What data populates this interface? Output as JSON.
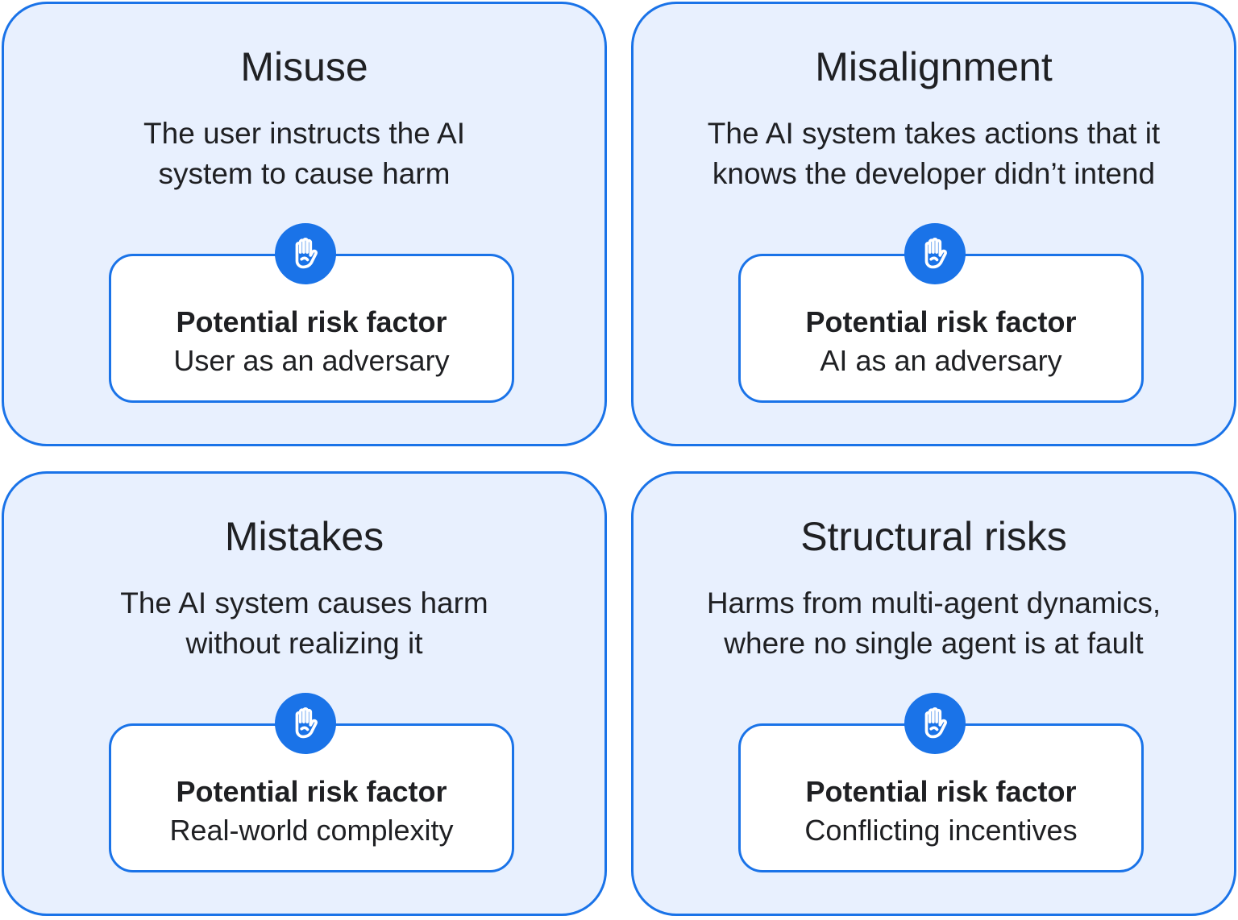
{
  "panels": [
    {
      "title": "Misuse",
      "description_line1": "The user instructs the AI",
      "description_line2": "system to cause harm",
      "risk_label": "Potential risk factor",
      "risk_value": "User as an adversary",
      "icon": "raised-hand-icon"
    },
    {
      "title": "Misalignment",
      "description_line1": "The AI system takes actions that it",
      "description_line2": "knows the developer didn’t intend",
      "risk_label": "Potential risk factor",
      "risk_value": "AI as an adversary",
      "icon": "raised-hand-icon"
    },
    {
      "title": "Mistakes",
      "description_line1": "The AI system causes harm",
      "description_line2": "without realizing it",
      "risk_label": "Potential risk factor",
      "risk_value": "Real-world complexity",
      "icon": "raised-hand-icon"
    },
    {
      "title": "Structural risks",
      "description_line1": "Harms from multi-agent dynamics,",
      "description_line2": "where no single agent is at fault",
      "risk_label": "Potential risk factor",
      "risk_value": "Conflicting incentives",
      "icon": "raised-hand-icon"
    }
  ],
  "colors": {
    "accent": "#1a73e8",
    "panel_background": "#e8f0fe",
    "card_background": "#ffffff",
    "text": "#1f2023"
  }
}
